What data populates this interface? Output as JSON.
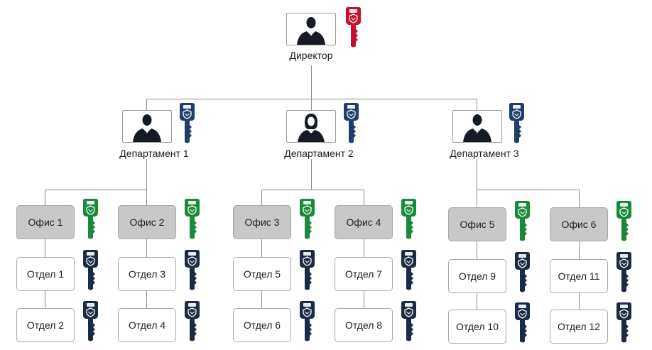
{
  "colors": {
    "key_red": "#c8102e",
    "key_blue": "#213e6b",
    "key_green": "#1a8a3a",
    "key_navy": "#1c2b44"
  },
  "director": {
    "label": "Директор",
    "key_color": "red"
  },
  "departments": [
    {
      "label": "Департамент 1",
      "key_color": "blue",
      "avatar": "male"
    },
    {
      "label": "Департамент 2",
      "key_color": "blue",
      "avatar": "female"
    },
    {
      "label": "Департамент 3",
      "key_color": "blue",
      "avatar": "male"
    }
  ],
  "offices": [
    {
      "label": "Офис 1",
      "key_color": "green"
    },
    {
      "label": "Офис 2",
      "key_color": "green"
    },
    {
      "label": "Офис 3",
      "key_color": "green"
    },
    {
      "label": "Офис 4",
      "key_color": "green"
    },
    {
      "label": "Офис 5",
      "key_color": "green"
    },
    {
      "label": "Офис 6",
      "key_color": "green"
    }
  ],
  "units": [
    {
      "label": "Отдел 1",
      "key_color": "navy"
    },
    {
      "label": "Отдел 2",
      "key_color": "navy"
    },
    {
      "label": "Отдел 3",
      "key_color": "navy"
    },
    {
      "label": "Отдел 4",
      "key_color": "navy"
    },
    {
      "label": "Отдел 5",
      "key_color": "navy"
    },
    {
      "label": "Отдел 6",
      "key_color": "navy"
    },
    {
      "label": "Отдел 7",
      "key_color": "navy"
    },
    {
      "label": "Отдел 8",
      "key_color": "navy"
    },
    {
      "label": "Отдел 9",
      "key_color": "navy"
    },
    {
      "label": "Отдел 10",
      "key_color": "navy"
    },
    {
      "label": "Отдел 11",
      "key_color": "navy"
    },
    {
      "label": "Отдел 12",
      "key_color": "navy"
    }
  ]
}
